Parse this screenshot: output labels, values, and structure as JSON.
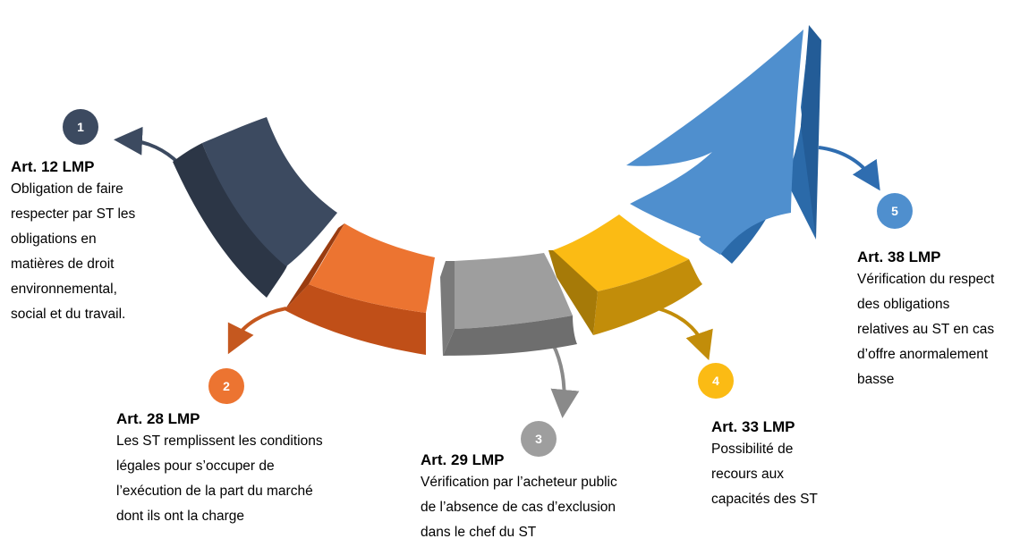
{
  "colors": {
    "step1": "#3c4a60",
    "step2": "#ec7431",
    "step3": "#9e9e9e",
    "step4": "#fbbb14",
    "step5": "#4f8fce"
  },
  "steps": [
    {
      "number": "1",
      "title": "Art. 12 LMP",
      "lines": [
        "Obligation de faire",
        "respecter par ST les",
        "obligations en",
        "matières de droit",
        "environnemental,",
        "social et du travail."
      ]
    },
    {
      "number": "2",
      "title": "Art. 28 LMP",
      "lines": [
        "Les ST remplissent les conditions",
        "légales pour s’occuper de",
        "l’exécution de la part du marché",
        "dont ils ont la charge"
      ]
    },
    {
      "number": "3",
      "title": "Art. 29 LMP",
      "lines": [
        "Vérification par l’acheteur public",
        "de l’absence de cas d’exclusion",
        "dans le chef du ST"
      ]
    },
    {
      "number": "4",
      "title": "Art. 33 LMP",
      "lines": [
        "Possibilité de",
        "recours aux",
        "capacités des ST"
      ]
    },
    {
      "number": "5",
      "title": "Art. 38 LMP",
      "lines": [
        "Vérification du respect",
        "des obligations",
        "relatives au ST en cas",
        "d’offre anormalement",
        "basse"
      ]
    }
  ]
}
